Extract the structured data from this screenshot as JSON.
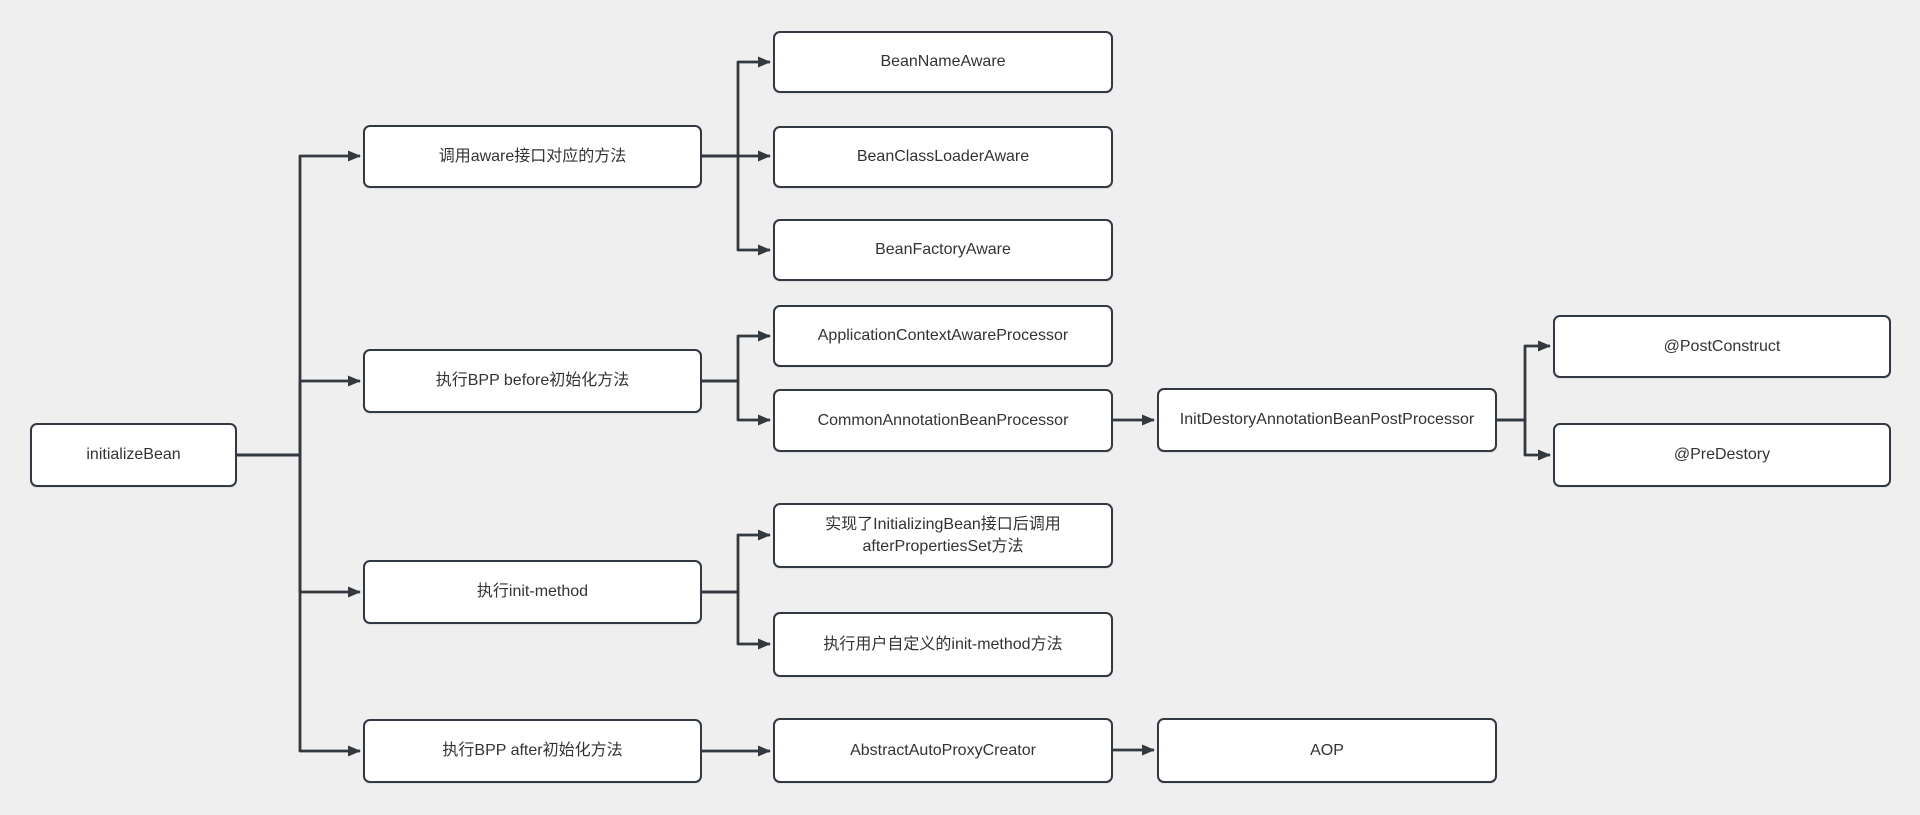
{
  "colors": {
    "background": "#efefef",
    "node_fill": "#ffffff",
    "node_border": "#323943",
    "connector": "#33393f",
    "text": "#333333"
  },
  "nodes": {
    "initializeBean": {
      "label": "initializeBean"
    },
    "awareMethods": {
      "label": "调用aware接口对应的方法"
    },
    "beanNameAware": {
      "label": "BeanNameAware"
    },
    "beanClassLoaderAware": {
      "label": "BeanClassLoaderAware"
    },
    "beanFactoryAware": {
      "label": "BeanFactoryAware"
    },
    "bppBefore": {
      "label": "执行BPP before初始化方法"
    },
    "applicationContextAwareProcessor": {
      "label": "ApplicationContextAwareProcessor"
    },
    "commonAnnotationBeanProcessor": {
      "label": "CommonAnnotationBeanProcessor"
    },
    "initDestoryAnnotationBeanPostProcessor": {
      "label": "InitDestoryAnnotationBeanPostProcessor"
    },
    "postConstruct": {
      "label": "@PostConstruct"
    },
    "preDestory": {
      "label": "@PreDestory"
    },
    "initMethod": {
      "label": "执行init-method"
    },
    "initializingBeanAfterPropertiesSet": {
      "label": "实现了InitializingBean接口后调用\nafterPropertiesSet方法"
    },
    "customInitMethod": {
      "label": "执行用户自定义的init-method方法"
    },
    "bppAfter": {
      "label": "执行BPP after初始化方法"
    },
    "abstractAutoProxyCreator": {
      "label": "AbstractAutoProxyCreator"
    },
    "aop": {
      "label": "AOP"
    }
  },
  "edges": [
    {
      "from": "initializeBean",
      "to": "awareMethods"
    },
    {
      "from": "initializeBean",
      "to": "bppBefore"
    },
    {
      "from": "initializeBean",
      "to": "initMethod"
    },
    {
      "from": "initializeBean",
      "to": "bppAfter"
    },
    {
      "from": "awareMethods",
      "to": "beanNameAware"
    },
    {
      "from": "awareMethods",
      "to": "beanClassLoaderAware"
    },
    {
      "from": "awareMethods",
      "to": "beanFactoryAware"
    },
    {
      "from": "bppBefore",
      "to": "applicationContextAwareProcessor"
    },
    {
      "from": "bppBefore",
      "to": "commonAnnotationBeanProcessor"
    },
    {
      "from": "commonAnnotationBeanProcessor",
      "to": "initDestoryAnnotationBeanPostProcessor"
    },
    {
      "from": "initDestoryAnnotationBeanPostProcessor",
      "to": "postConstruct"
    },
    {
      "from": "initDestoryAnnotationBeanPostProcessor",
      "to": "preDestory"
    },
    {
      "from": "initMethod",
      "to": "initializingBeanAfterPropertiesSet"
    },
    {
      "from": "initMethod",
      "to": "customInitMethod"
    },
    {
      "from": "bppAfter",
      "to": "abstractAutoProxyCreator"
    },
    {
      "from": "abstractAutoProxyCreator",
      "to": "aop"
    }
  ]
}
